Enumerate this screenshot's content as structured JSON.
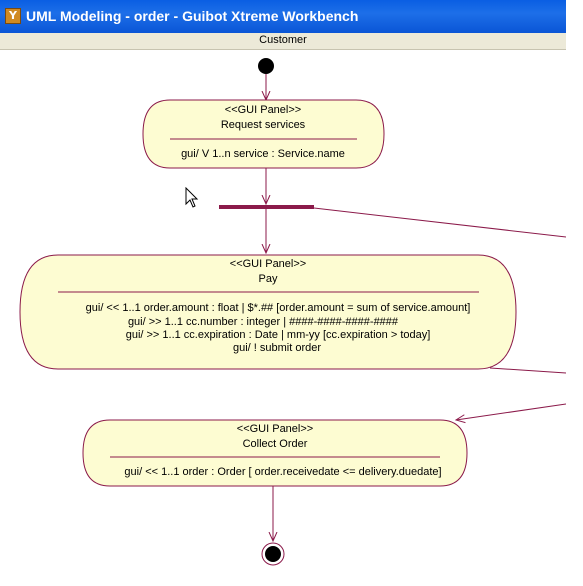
{
  "window": {
    "title": "UML Modeling - order - Guibot Xtreme Workbench",
    "icon": "app-logo-icon"
  },
  "swimlane": {
    "label": "Customer"
  },
  "nodes": {
    "request_services": {
      "stereotype": "<<GUI Panel>>",
      "name": "Request services",
      "lines": [
        "gui/ V 1..n service : Service.name"
      ]
    },
    "pay": {
      "stereotype": "<<GUI Panel>>",
      "name": "Pay",
      "lines": [
        "gui/ << 1..1 order.amount : float | $*.## [order.amount = sum of service.amount]",
        "gui/ >> 1..1 cc.number : integer | ####-####-####-####",
        "gui/ >> 1..1 cc.expiration : Date | mm-yy [cc.expiration > today]",
        "gui/ ! submit order"
      ]
    },
    "collect_order": {
      "stereotype": "<<GUI Panel>>",
      "name": "Collect Order",
      "lines": [
        "gui/ << 1..1 order : Order [ order.receivedate <= delivery.duedate]"
      ]
    }
  },
  "colors": {
    "node_fill": "#fdfcd2",
    "node_border": "#8b1a4a",
    "edge": "#8b1a4a",
    "fork_bar": "#8b1a4a",
    "title_bar": "#0a5ee3"
  }
}
